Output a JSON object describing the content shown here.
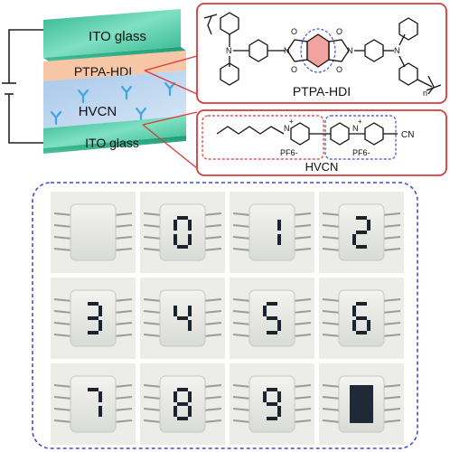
{
  "device": {
    "layers": {
      "top_electrode": "ITO glass",
      "polymer_layer": "PTPA-HDI",
      "electrolyte_layer": "HVCN",
      "bottom_electrode": "ITO glass"
    }
  },
  "structures": {
    "ptpa_hdi": {
      "caption": "PTPA-HDI",
      "repeat_subscript": "n"
    },
    "hvcn": {
      "caption": "HVCN",
      "counterion_left": "PF6-",
      "counterion_right": "PF6-",
      "charge_left": "+",
      "charge_right": "+",
      "nitrile_group": "CN"
    }
  },
  "display_demo": {
    "panels": [
      {
        "shows": "blank"
      },
      {
        "shows": "0"
      },
      {
        "shows": "1"
      },
      {
        "shows": "2"
      },
      {
        "shows": "3"
      },
      {
        "shows": "4"
      },
      {
        "shows": "5"
      },
      {
        "shows": "6"
      },
      {
        "shows": "7"
      },
      {
        "shows": "8"
      },
      {
        "shows": "9"
      },
      {
        "shows": "all"
      }
    ]
  },
  "colors": {
    "ito_glass": "#4fc7a4",
    "ptpa_hdi_layer": "#f6c6a6",
    "hvcn_layer": "#bcd6f0",
    "callout_red": "#d63b3b",
    "frame_blue": "#3f4fcf",
    "molecule_blue": "#2f4ccf",
    "ring_highlight": "#f2a3a0"
  }
}
